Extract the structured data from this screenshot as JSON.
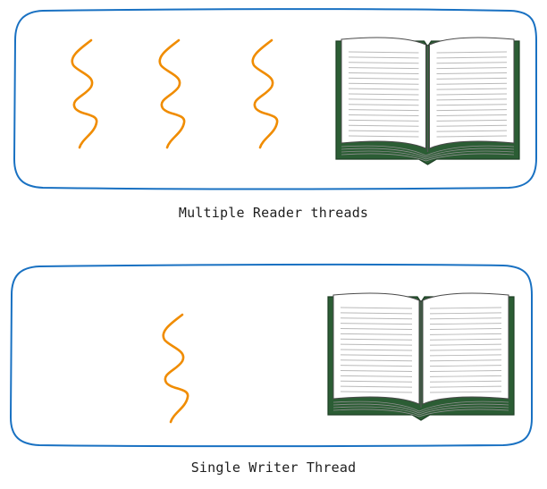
{
  "panels": [
    {
      "caption": "Multiple Reader threads",
      "thread_count": 3,
      "thread_icon": "squiggle-thread-icon",
      "resource_icon": "open-book-icon"
    },
    {
      "caption": "Single Writer Thread",
      "thread_count": 1,
      "thread_icon": "squiggle-thread-icon",
      "resource_icon": "open-book-icon"
    }
  ],
  "colors": {
    "frame": "#1971c2",
    "thread": "#f08c00",
    "book_cover": "#2b5d34",
    "book_page": "#ffffff",
    "book_lines": "#b9b9b9",
    "caption_text": "#1e1e1e"
  }
}
